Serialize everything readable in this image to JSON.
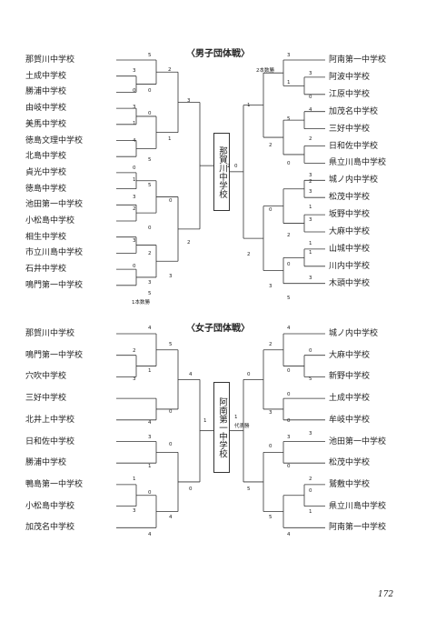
{
  "mens": {
    "title": "〈男子団体戦〉",
    "winner": "那賀川中学校",
    "left_teams": [
      "那賀川中学校",
      "土成中学校",
      "勝浦中学校",
      "由岐中学校",
      "美馬中学校",
      "徳島文理中学校",
      "北島中学校",
      "貞光中学校",
      "徳島中学校",
      "池田第一中学校",
      "小松島中学校",
      "相生中学校",
      "市立川島中学校",
      "石井中学校",
      "鳴門第一中学校"
    ],
    "right_teams": [
      "阿南第一中学校",
      "阿波中学校",
      "江原中学校",
      "加茂名中学校",
      "三好中学校",
      "日和佐中学校",
      "県立川島中学校",
      "城ノ内中学校",
      "松茂中学校",
      "坂野中学校",
      "大麻中学校",
      "山城中学校",
      "川内中学校",
      "木頭中学校"
    ],
    "notes": {
      "left_tie": "1本数勝",
      "right_tie": "2本数勝"
    }
  },
  "womens": {
    "title": "〈女子団体戦〉",
    "winner": "阿南第一中学校",
    "left_teams": [
      "那賀川中学校",
      "鳴門第一中学校",
      "穴吹中学校",
      "三好中学校",
      "北井上中学校",
      "日和佐中学校",
      "勝浦中学校",
      "鴨島第一中学校",
      "小松島中学校",
      "加茂名中学校"
    ],
    "right_teams": [
      "城ノ内中学校",
      "大麻中学校",
      "新野中学校",
      "土成中学校",
      "牟岐中学校",
      "池田第一中学校",
      "松茂中学校",
      "鷲敷中学校",
      "県立川島中学校",
      "阿南第一中学校"
    ],
    "notes": {
      "final": "代表勝"
    }
  },
  "page_number": "172"
}
